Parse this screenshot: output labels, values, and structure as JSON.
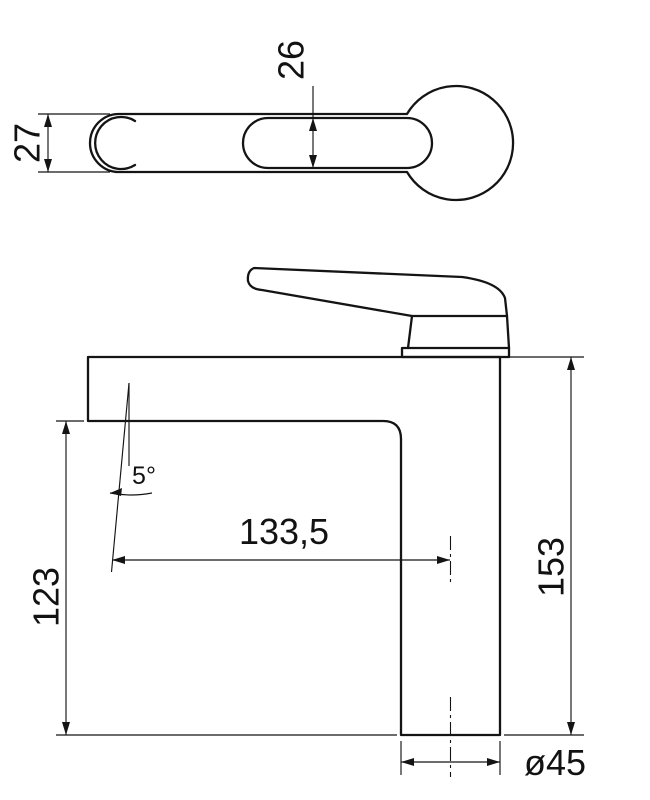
{
  "drawing": {
    "labels": {
      "handle_width": "27",
      "lever_width": "26",
      "angle": "5°",
      "reach": "133,5",
      "spout_height": "123",
      "total_height": "153",
      "base_diameter": "ø45"
    }
  }
}
